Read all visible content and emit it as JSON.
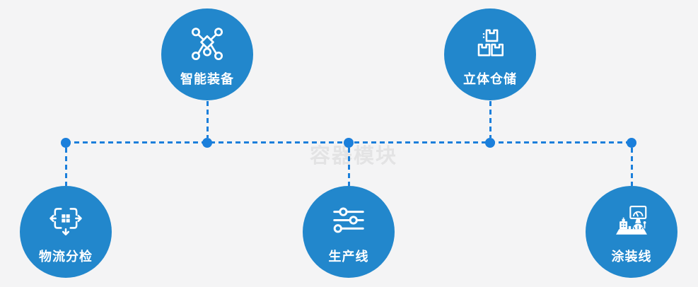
{
  "diagram": {
    "watermark": "容器模块",
    "nodes": [
      {
        "id": "smart-equipment",
        "label": "智能装备",
        "icon": "network-nodes-icon"
      },
      {
        "id": "stereoscopic-warehouse",
        "label": "立体仓储",
        "icon": "stacked-boxes-icon"
      },
      {
        "id": "logistics-sorting",
        "label": "物流分检",
        "icon": "sorting-arrows-icon"
      },
      {
        "id": "production-line",
        "label": "生产线",
        "icon": "sliders-icon"
      },
      {
        "id": "coating-line",
        "label": "涂装线",
        "icon": "control-console-icon"
      }
    ],
    "colors": {
      "background": "#f4f4f5",
      "node_fill": "#2287cc",
      "connector": "#1b7fdb",
      "label_text": "#ffffff",
      "watermark_text": "#e3e3e4"
    }
  }
}
